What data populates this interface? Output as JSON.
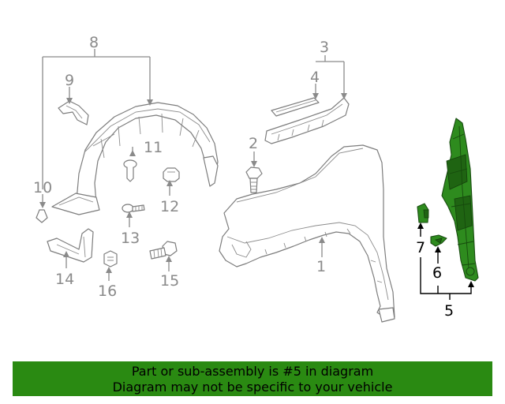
{
  "callouts": {
    "c1": "1",
    "c2": "2",
    "c3": "3",
    "c4": "4",
    "c5": "5",
    "c6": "6",
    "c7": "7",
    "c8": "8",
    "c9": "9",
    "c10": "10",
    "c11": "11",
    "c12": "12",
    "c13": "13",
    "c14": "14",
    "c15": "15",
    "c16": "16"
  },
  "highlighted_part": "5",
  "colors": {
    "highlight": "#2e8b1e",
    "banner": "#2a8a12",
    "callout": "#8a8a8a"
  },
  "banner": {
    "line1": "Part or sub-assembly is #5 in diagram",
    "line2": "Diagram may not be specific to your vehicle"
  }
}
